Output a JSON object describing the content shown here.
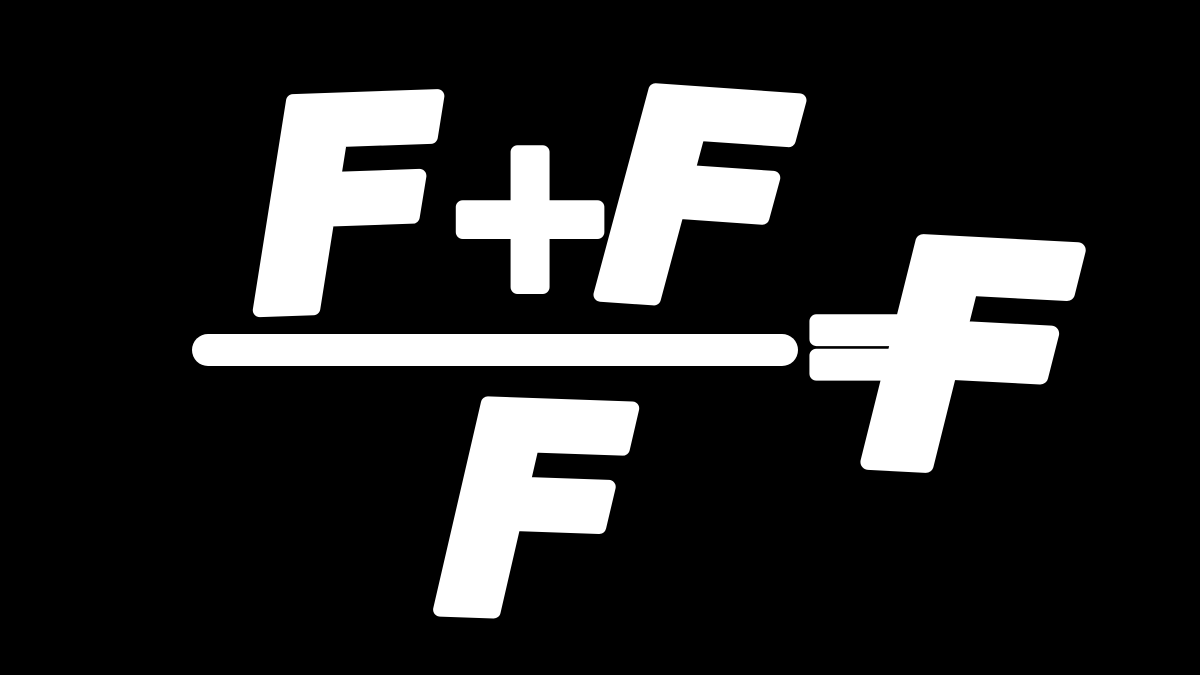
{
  "meta": {
    "background_color": "#000000",
    "ink_color": "#ffffff"
  },
  "equation": {
    "numerator_left": "F",
    "operator": "+",
    "numerator_right": "F",
    "denominator": "F",
    "equals": "=",
    "result": "F",
    "reading": "(F + F) / F = F"
  }
}
